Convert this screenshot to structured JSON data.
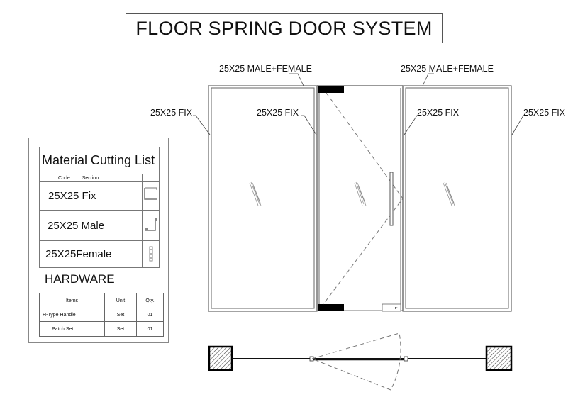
{
  "title": "FLOOR SPRING DOOR SYSTEM",
  "elevation": {
    "labels": {
      "male_female_left": "25X25 MALE+FEMALE",
      "male_female_right": "25X25 MALE+FEMALE",
      "fix_outer_left": "25X25 FIX",
      "fix_inner_left": "25X25 FIX",
      "fix_inner_right": "25X25 FIX",
      "fix_outer_right": "25X25 FIX"
    },
    "panels": [
      {
        "name": "left-fixed-panel",
        "type": "fixed glass"
      },
      {
        "name": "center-door-leaf",
        "type": "swing door with H-type handle and patch fittings"
      },
      {
        "name": "right-fixed-panel",
        "type": "fixed glass"
      }
    ]
  },
  "material_cutting_list": {
    "title": "Material Cutting List",
    "columns": [
      "Code",
      "Section"
    ],
    "rows": [
      {
        "code": "25X25 Fix",
        "section_icon": "fix-profile-icon"
      },
      {
        "code": "25X25 Male",
        "section_icon": "male-profile-icon"
      },
      {
        "code": "25X25Female",
        "section_icon": "female-profile-icon"
      }
    ]
  },
  "hardware": {
    "title": "HARDWARE",
    "columns": [
      "Items",
      "Unit",
      "Qty."
    ],
    "rows": [
      {
        "item": "H-Type Handle",
        "unit": "Set",
        "qty": "01"
      },
      {
        "item": "Patch Set",
        "unit": "Set",
        "qty": "01"
      }
    ]
  },
  "plan_view": {
    "description": "Plan view showing wall jambs, fixed glass, and door swing arc"
  }
}
